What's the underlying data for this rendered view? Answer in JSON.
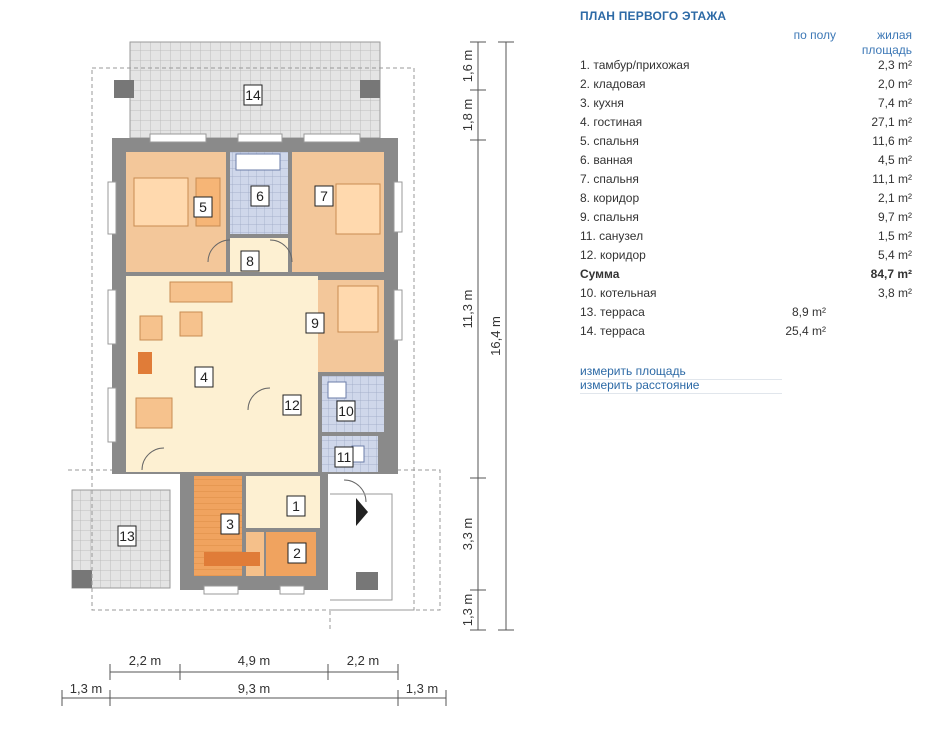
{
  "panel": {
    "title": "ПЛАН ПЕРВОГО ЭТАЖА",
    "col_floor": "по полу",
    "col_living_1": "жилая",
    "col_living_2": "площадь",
    "rows": [
      {
        "label": "1. тамбур/прихожая",
        "floor": "",
        "living": "2,3 m²",
        "bold": false
      },
      {
        "label": "2. кладовая",
        "floor": "",
        "living": "2,0 m²",
        "bold": false
      },
      {
        "label": "3. кухня",
        "floor": "",
        "living": "7,4 m²",
        "bold": false
      },
      {
        "label": "4. гостиная",
        "floor": "",
        "living": "27,1 m²",
        "bold": false
      },
      {
        "label": "5. спальня",
        "floor": "",
        "living": "11,6 m²",
        "bold": false
      },
      {
        "label": "6. ванная",
        "floor": "",
        "living": "4,5 m²",
        "bold": false
      },
      {
        "label": "7. спальня",
        "floor": "",
        "living": "11,1 m²",
        "bold": false
      },
      {
        "label": "8. коридор",
        "floor": "",
        "living": "2,1 m²",
        "bold": false
      },
      {
        "label": "9. спальня",
        "floor": "",
        "living": "9,7 m²",
        "bold": false
      },
      {
        "label": "11. санузел",
        "floor": "",
        "living": "1,5 m²",
        "bold": false
      },
      {
        "label": "12. коридор",
        "floor": "",
        "living": "5,4 m²",
        "bold": false
      },
      {
        "label": "Сумма",
        "floor": "",
        "living": "84,7 m²",
        "bold": true
      },
      {
        "label": "10. котельная",
        "floor": "",
        "living": "3,8 m²",
        "bold": false
      },
      {
        "label": "13. терраса",
        "floor": "8,9 m²",
        "living": "",
        "bold": false
      },
      {
        "label": "14. терраса",
        "floor": "25,4 m²",
        "living": "",
        "bold": false
      }
    ],
    "link_area": "измерить площадь",
    "link_distance": "измерить расстояние"
  },
  "plan": {
    "room_numbers": [
      "1",
      "2",
      "3",
      "4",
      "5",
      "6",
      "7",
      "8",
      "9",
      "10",
      "11",
      "12",
      "13",
      "14"
    ],
    "dims_bottom_1": [
      "2,2 m",
      "4,9 m",
      "2,2 m"
    ],
    "dims_bottom_2": [
      "1,3 m",
      "9,3 m",
      "1,3 m"
    ],
    "dims_right_inner": [
      "1,6 m",
      "1,8 m",
      "11,3 m",
      "3,3 m",
      "1,3 m"
    ],
    "dims_right_outer": [
      "16,4 m"
    ]
  },
  "colors": {
    "wall": "#8a8a8a",
    "bedroom": "#f3c79a",
    "living": "#fdf0d2",
    "terrace": "#d8d8d8",
    "title_blue": "#2d6aa6"
  }
}
